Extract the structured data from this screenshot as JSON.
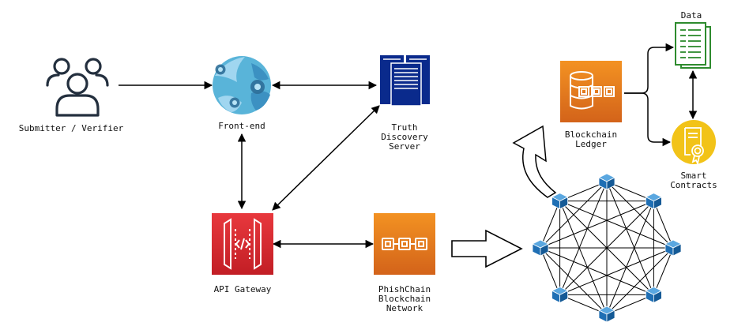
{
  "nodes": {
    "submitter": {
      "label": "Submitter / Verifier",
      "icon": "users-icon"
    },
    "frontend": {
      "label": "Front-end",
      "icon": "azure-web-app-icon"
    },
    "truth_server": {
      "label_lines": [
        "Truth",
        "Discovery",
        "Server"
      ],
      "icon": "server-rack-icon"
    },
    "api_gateway": {
      "label": "API Gateway",
      "icon": "api-gateway-icon"
    },
    "phishchain": {
      "label_lines": [
        "PhishChain",
        "Blockchain",
        "Network"
      ],
      "icon": "blockchain-network-icon"
    },
    "ledger": {
      "label_lines": [
        "Blockchain",
        "Ledger"
      ],
      "icon": "blockchain-ledger-icon"
    },
    "data": {
      "label": "Data",
      "icon": "document-icon"
    },
    "smart_contracts": {
      "label_lines": [
        "Smart",
        "Contracts"
      ],
      "icon": "certificate-icon"
    }
  },
  "colors": {
    "azure_blue": "#3aa0d4",
    "server_navy": "#0a2a8c",
    "gateway_red": "#d9262c",
    "block_orange": "#e4781b",
    "doc_green": "#2e8b2e",
    "contract_yellow": "#f2c318",
    "cube_blue": "#1f77b4",
    "arrow": "#000000"
  }
}
